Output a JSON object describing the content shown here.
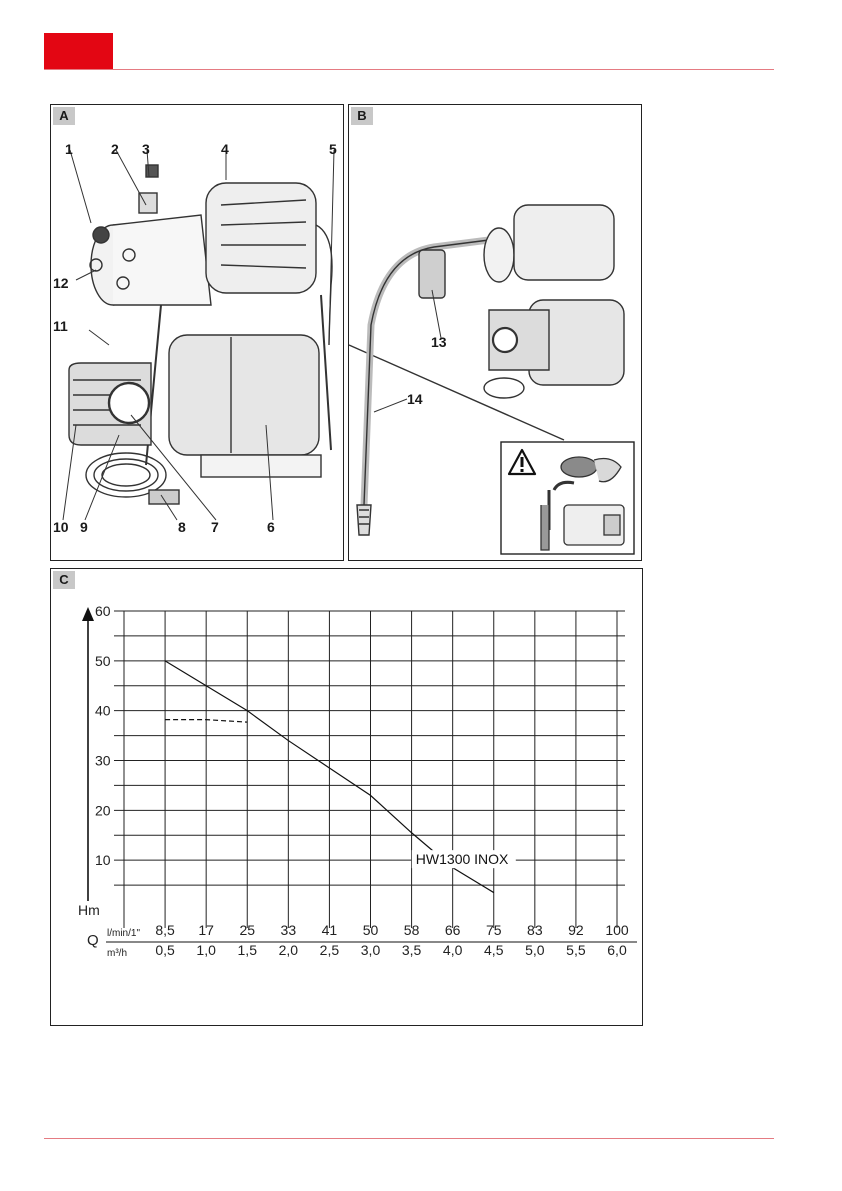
{
  "colors": {
    "accent": "#e30613",
    "rule": "#e57b82",
    "grid": "#222222"
  },
  "panels": {
    "a": {
      "letter": "A",
      "callouts": [
        "1",
        "2",
        "3",
        "4",
        "5",
        "12",
        "11",
        "10",
        "9",
        "8",
        "7",
        "6"
      ]
    },
    "b": {
      "letter": "B",
      "callouts": [
        "13",
        "14"
      ],
      "warning_icon": "warning-triangle-icon"
    },
    "c": {
      "letter": "C"
    }
  },
  "chart_data": {
    "type": "line",
    "ylabel": "Hm",
    "xlabel": "Q",
    "ylim": [
      0,
      60
    ],
    "yticks": [
      "60",
      "50",
      "40",
      "30",
      "20",
      "10"
    ],
    "x_unit_1": "l/min/1\"",
    "x_unit_2": "m³/h",
    "x_ticks_lmin": [
      "8,5",
      "17",
      "25",
      "33",
      "41",
      "50",
      "58",
      "66",
      "75",
      "83",
      "92",
      "100"
    ],
    "x_ticks_m3h": [
      "0,5",
      "1,0",
      "1,5",
      "2,0",
      "2,5",
      "3,0",
      "3,5",
      "4,0",
      "4,5",
      "5,0",
      "5,5",
      "6,0"
    ],
    "series": [
      {
        "name": "HW1300 INOX",
        "x": [
          0.5,
          1.0,
          1.5,
          2.0,
          2.5,
          3.0,
          3.5,
          4.0,
          4.5
        ],
        "y": [
          50,
          45,
          40,
          34,
          28.5,
          23,
          15.5,
          8.5,
          3.5
        ]
      },
      {
        "style": "dashed",
        "x": [
          0.5,
          1.0,
          1.5
        ],
        "y": [
          38.2,
          38.2,
          37.7
        ]
      }
    ]
  }
}
